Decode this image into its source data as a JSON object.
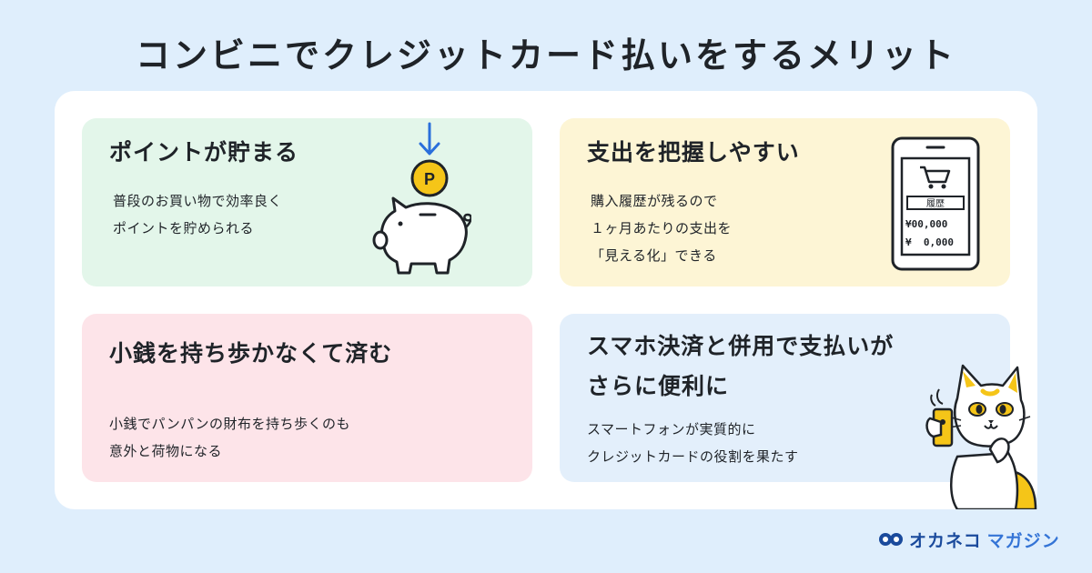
{
  "title": "コンビニでクレジットカード払いをするメリット",
  "cards": [
    {
      "heading": "ポイントが貯まる",
      "lines": [
        "普段のお買い物で効率良く",
        "ポイントを貯められる"
      ],
      "illustration": "piggy-bank-coin",
      "coin_label": "P"
    },
    {
      "heading": "支出を把握しやすい",
      "lines": [
        "購入履歴が残るので",
        "１ヶ月あたりの支出を",
        "「見える化」できる"
      ],
      "illustration": "smartphone-history",
      "phone": {
        "label": "履歴",
        "amount1": "¥00,000",
        "amount2": "¥  0,000"
      }
    },
    {
      "heading": "小銭を持ち歩かなくて済む",
      "lines": [
        "小銭でパンパンの財布を持ち歩くのも",
        "意外と荷物になる"
      ]
    },
    {
      "heading_lines": [
        "スマホ決済と併用で支払いが",
        "さらに便利に"
      ],
      "lines": [
        "スマートフォンが実質的に",
        "クレジットカードの役割を果たす"
      ],
      "illustration": "cat-with-phone"
    }
  ],
  "logo": {
    "part1": "オカネコ",
    "part2": "マガジン",
    "icon": "owl-eyes-icon"
  },
  "colors": {
    "background": "#dfeefc",
    "card_green": "#e3f6ea",
    "card_yellow": "#fdf5d5",
    "card_pink": "#fde4e9",
    "card_blue": "#e3effb",
    "coin": "#f5c518",
    "arrow": "#2a6fdb",
    "brand": "#1a4a9c"
  }
}
